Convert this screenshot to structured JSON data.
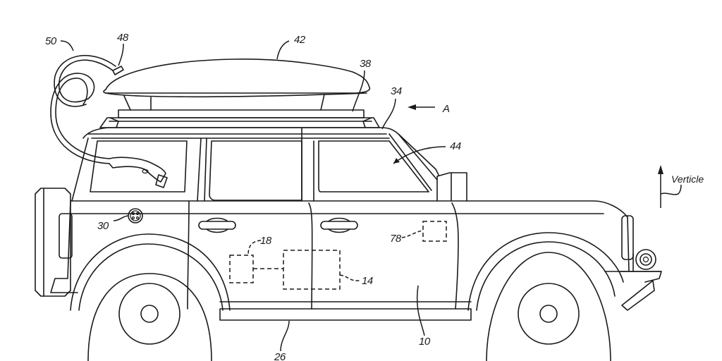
{
  "figure": {
    "type": "patent-drawing",
    "subject": "vehicle side elevation with roof-mounted cargo box and charging cable"
  },
  "reference_numerals": {
    "vehicle": "10",
    "controller": "14",
    "battery": "18",
    "floor_rocker": "26",
    "charge_port": "30",
    "roof": "34",
    "roof_rack": "38",
    "roof_box": "42",
    "cabin": "44",
    "box_connector": "48",
    "charging_cable": "50",
    "module": "78"
  },
  "annotations": {
    "view_arrow": "A",
    "direction_label": "Verticle"
  }
}
